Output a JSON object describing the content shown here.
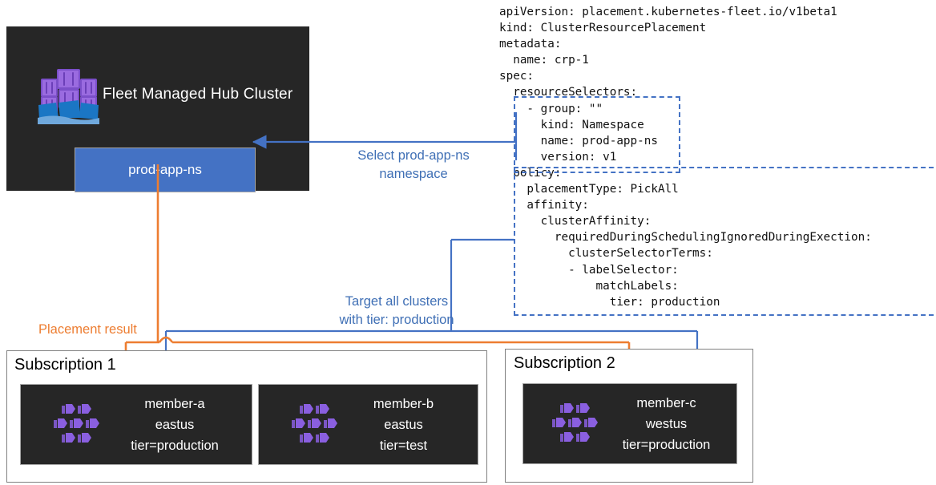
{
  "hub": {
    "title": "Fleet Managed Hub Cluster",
    "icon": "container-ship-cluster-icon",
    "namespace_box": {
      "label": "prod-app-ns",
      "color": "#4472C4"
    },
    "background": "#262626"
  },
  "yaml": {
    "lines": [
      "apiVersion: placement.kubernetes-fleet.io/v1beta1",
      "kind: ClusterResourcePlacement",
      "metadata:",
      "  name: crp-1",
      "spec:",
      "  resourceSelectors:",
      "    - group: \"\"",
      "      kind: Namespace",
      "      name: prod-app-ns",
      "      version: v1",
      "  policy:",
      "    placementType: PickAll",
      "    affinity:",
      "      clusterAffinity:",
      "        requiredDuringSchedulingIgnoredDuringExection:",
      "          clusterSelectorTerms:",
      "          - labelSelector:",
      "              matchLabels:",
      "                tier: production"
    ],
    "highlight_boxes": [
      {
        "name": "resourceSelectors-highlight",
        "color": "#4472C4"
      },
      {
        "name": "policy-highlight",
        "color": "#4472C4"
      }
    ]
  },
  "annotations": {
    "select_namespace": "Select prod-app-ns\nnamespace",
    "select_namespace_line1": "Select prod-app-ns",
    "select_namespace_line2": "namespace",
    "target_clusters_line1": "Target all clusters",
    "target_clusters_line2": "with tier: production",
    "placement_result": "Placement result",
    "colors": {
      "blue": "#4472C4",
      "blue_text": "#3F6FB5",
      "orange": "#ED7D31"
    }
  },
  "subscriptions": [
    {
      "label": "Subscription 1",
      "members": [
        {
          "name": "member-a",
          "region": "eastus",
          "label": "tier=production",
          "icon": "kubernetes-cluster-icon"
        },
        {
          "name": "member-b",
          "region": "eastus",
          "label": "tier=test",
          "icon": "kubernetes-cluster-icon"
        }
      ]
    },
    {
      "label": "Subscription 2",
      "members": [
        {
          "name": "member-c",
          "region": "westus",
          "label": "tier=production",
          "icon": "kubernetes-cluster-icon"
        }
      ]
    }
  ]
}
